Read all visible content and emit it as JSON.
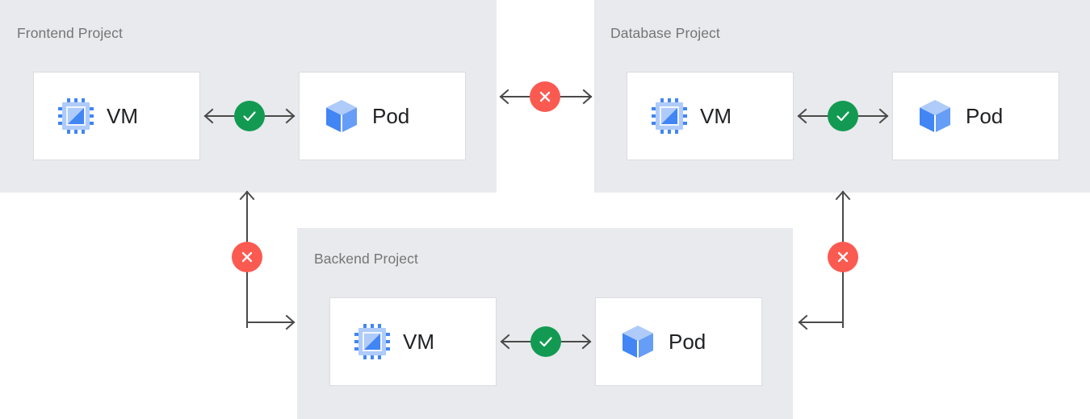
{
  "diagram": {
    "title": "Project network connectivity diagram",
    "colors": {
      "panel_background": "#E8EAED",
      "page_background": "#FFFFFF",
      "card_background": "#FFFFFF",
      "card_border": "#DADCE0",
      "title_text": "#757575",
      "label_text": "#202124",
      "connector_line": "#4A4A4A",
      "status_allowed": "#139A52",
      "status_blocked": "#FB5A51",
      "icon_blue_dark": "#4285F4",
      "icon_blue_mid": "#669DF6",
      "icon_blue_light": "#AECBFA",
      "icon_blue_pale": "#D2E3FC"
    }
  },
  "projects": [
    {
      "id": "frontend",
      "title": "Frontend Project",
      "resources": [
        {
          "id": "frontend-vm",
          "label": "VM",
          "icon": "vm-chip-icon"
        },
        {
          "id": "frontend-pod",
          "label": "Pod",
          "icon": "pod-cube-icon"
        }
      ],
      "internal_connection": {
        "status": "allowed",
        "icon": "check-circle-icon",
        "direction": "bidirectional"
      }
    },
    {
      "id": "database",
      "title": "Database Project",
      "resources": [
        {
          "id": "database-vm",
          "label": "VM",
          "icon": "vm-chip-icon"
        },
        {
          "id": "database-pod",
          "label": "Pod",
          "icon": "pod-cube-icon"
        }
      ],
      "internal_connection": {
        "status": "allowed",
        "icon": "check-circle-icon",
        "direction": "bidirectional"
      }
    },
    {
      "id": "backend",
      "title": "Backend Project",
      "resources": [
        {
          "id": "backend-vm",
          "label": "VM",
          "icon": "vm-chip-icon"
        },
        {
          "id": "backend-pod",
          "label": "Pod",
          "icon": "pod-cube-icon"
        }
      ],
      "internal_connection": {
        "status": "allowed",
        "icon": "check-circle-icon",
        "direction": "bidirectional"
      }
    }
  ],
  "cross_project_connections": [
    {
      "id": "frontend-to-database",
      "from": "frontend",
      "to": "database",
      "status": "blocked",
      "icon": "x-circle-icon",
      "direction": "bidirectional",
      "shape": "horizontal"
    },
    {
      "id": "frontend-to-backend",
      "from": "frontend",
      "to": "backend",
      "status": "blocked",
      "icon": "x-circle-icon",
      "direction": "bidirectional",
      "shape": "elbow-left"
    },
    {
      "id": "database-to-backend",
      "from": "database",
      "to": "backend",
      "status": "blocked",
      "icon": "x-circle-icon",
      "direction": "bidirectional",
      "shape": "elbow-right"
    }
  ]
}
